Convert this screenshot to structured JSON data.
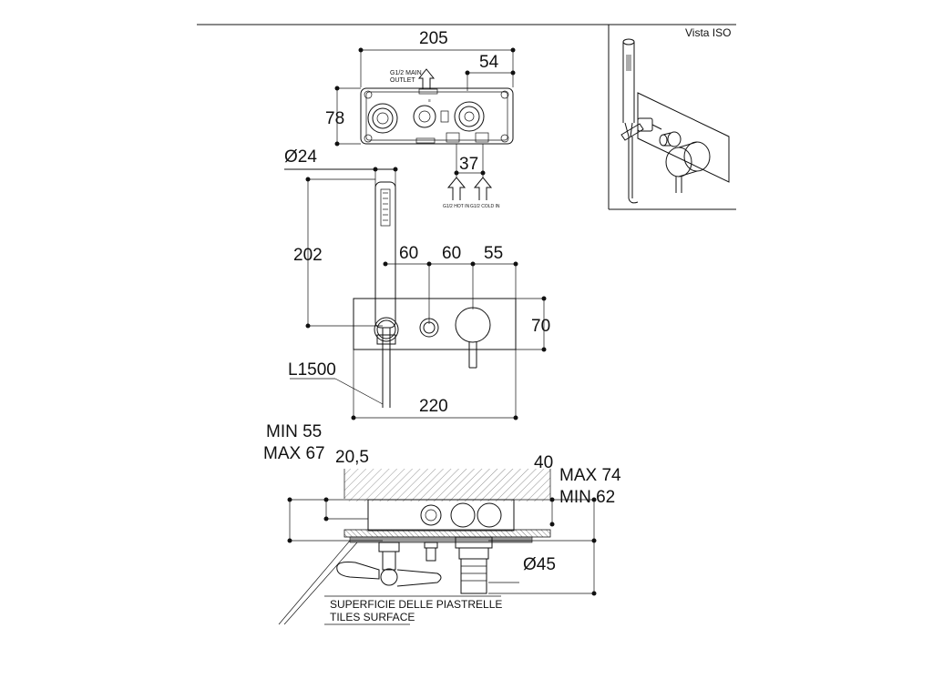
{
  "sheet": {
    "iso_label": "Vista ISO"
  },
  "top_view": {
    "width_dim": "205",
    "offset_dim": "54",
    "height_dim": "78",
    "inlet_spacing_dim": "37",
    "main_outlet_label_1": "G1/2 MAIN",
    "main_outlet_label_2": "OUTLET",
    "hot_in_label": "G1/2 HOT IN",
    "cold_in_label": "G1/2 COLD IN"
  },
  "front_view": {
    "handshower_diameter_dim": "Ø24",
    "handshower_length_dim": "202",
    "spacing_1_dim": "60",
    "spacing_2_dim": "60",
    "spacing_3_dim": "55",
    "plate_height_dim": "70",
    "hose_length_dim": "L1500",
    "plate_width_dim": "220"
  },
  "section_view": {
    "min_depth_dim": "MIN 55",
    "max_depth_dim": "MAX 67",
    "offset_dim": "20,5",
    "flange_dim": "40",
    "max_total_dim": "MAX 74",
    "min_total_dim": "MIN 62",
    "knob_diameter_dim": "Ø45",
    "tile_surface_it": "SUPERFICIE DELLE PIASTRELLE",
    "tile_surface_en": "TILES SURFACE"
  }
}
